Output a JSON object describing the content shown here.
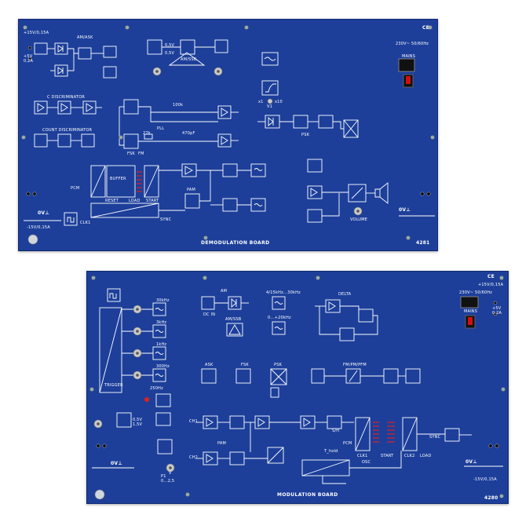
{
  "top_board": {
    "name": "DEMODULATION BOARD",
    "number": "4281",
    "power_left_top": "+15V/0,15A",
    "power_left_mid": "+5V",
    "power_left_mid2": "0,2A",
    "power_left_bottom": "-15V/0,15A",
    "mains_rating": "230V~ 50/60Hz",
    "mains_label": "MAINS",
    "ce_mark": "CE",
    "ground_left": "0V⊥",
    "ground_right": "0V⊥",
    "labels": {
      "am_ask": "AM/ASK",
      "am_ssb": "AM/SSB",
      "fm_discriminator": "C DISCRIMINATOR",
      "count_discriminator": "COUNT DISCRIMINATOR",
      "pll": "PLL",
      "psk": "PSK",
      "pcm": "PCM",
      "pam": "PAM",
      "buffer": "BUFFER",
      "reset": "RESET",
      "load": "LOAD",
      "start": "START",
      "volume": "VOLUME",
      "clk1": "CLK1",
      "sync": "SYNC",
      "x1": "x1",
      "x10": "x10",
      "v1": "V1",
      "v2": "0,5V",
      "v3": "0,5V",
      "c100k": "100k",
      "c27k": "27k",
      "c470": "470pF",
      "fm": "FM",
      "fsk": "FSK"
    }
  },
  "bottom_board": {
    "name": "MODULATION BOARD",
    "number": "4280",
    "power_right_top": "+15V/0,15A",
    "power_right_mid": "+5V",
    "power_right_mid2": "0,2A",
    "power_right_bottom": "-15V/0,15A",
    "mains_rating": "230V~ 50/60Hz",
    "mains_label": "MAINS",
    "ce_mark": "CE",
    "ground_left": "0V⊥",
    "ground_right": "0V⊥",
    "labels": {
      "am": "AM",
      "am_ssb": "AM/SSB",
      "delta": "DELTA",
      "ask": "ASK",
      "fsk": "FSK",
      "psk": "PSK",
      "fm_pm_pfm": "FM/PM/PFM",
      "pam": "PAM",
      "pcm": "PCM",
      "trigger": "TRIGGER",
      "dc_in": "DC IN",
      "f1": "30kHz",
      "f2": "3kHz",
      "f3": "1kHz",
      "f4": "300Hz",
      "f5": "250Hz",
      "range1": "4/15kHz...30kHz",
      "range2": "0...+20kHz",
      "ch1": "CH1",
      "ch2": "CH2",
      "clk1": "CLK1",
      "clk2": "CLK2",
      "start": "START",
      "load": "LOAD",
      "osc": "OSC",
      "sync": "SYNC",
      "p1": "P1",
      "v_range": "0...2,5",
      "v_label": "V",
      "t_hold": "T_hold",
      "sample": "S/H",
      "v05": "0,5V",
      "v1": "1,5V"
    }
  },
  "colors": {
    "panel": "#1d3f9a",
    "line": "#ffffff",
    "led_red": "#e02020",
    "knob": "#c9c9c9",
    "switch": "#d01010"
  }
}
